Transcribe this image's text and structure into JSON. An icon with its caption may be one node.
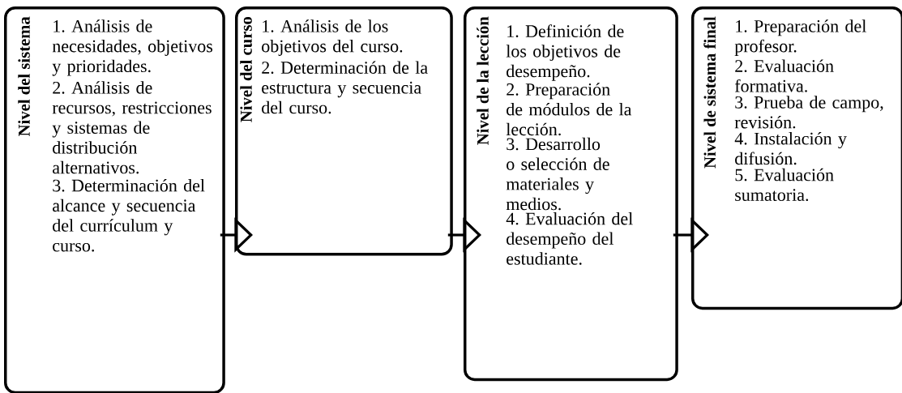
{
  "diagram": {
    "nodes": [
      {
        "text": [
          "Nivel del sistema",
          "1. Análisis de necesidades, objetivos y prioridades.",
          "2. Análisis de recursos, restricciones y sistemas de distribución alternativos.",
          "3. Determinación del alcance y secuencia del currículum y curso."
        ]
      },
      {
        "text": [
          "Nivel del curso",
          "1. Análisis de los objetivos del curso.",
          "2. Determinación de la estructura y secuencia del curso."
        ]
      },
      {
        "text": [
          "Nivel de la lección",
          "1. Definición de los objetivos de desempeño.",
          "2. Preparación de módulos de la lección.",
          "3. Desarrollo o selección de materiales y medios.",
          "4. Evaluación del desempeño del estudiante."
        ]
      },
      {
        "text": [
          "Nivel de sistema final",
          "1. Preparación del profesor.",
          "2. Evaluación formativa.",
          "3. Prueba de campo, revisión.",
          "4. Instalación y difusión.",
          "5. Evaluación sumatoria."
        ]
      }
    ],
    "edges": [
      {
        "from": 0,
        "to": 1,
        "arrow": "to"
      },
      {
        "from": 1,
        "to": 2,
        "arrow": "to"
      },
      {
        "from": 2,
        "to": 3,
        "arrow": "to"
      }
    ]
  }
}
